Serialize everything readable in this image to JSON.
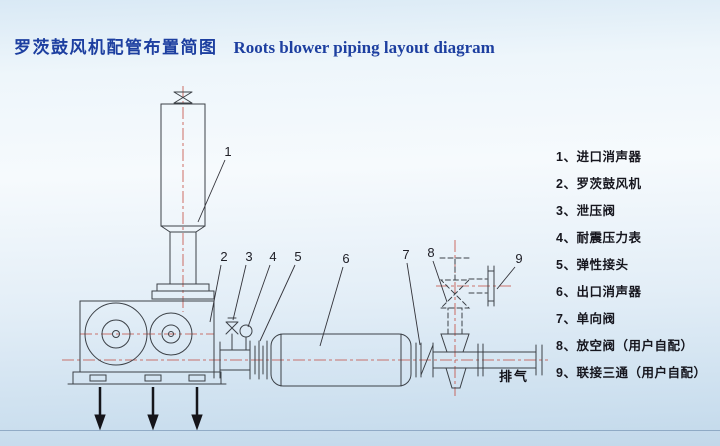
{
  "title": {
    "zh": "罗茨鼓风机配管布置简图",
    "en": "Roots blower piping layout diagram"
  },
  "legend": {
    "items": [
      "1、进口消声器",
      "2、罗茨鼓风机",
      "3、泄压阀",
      "4、耐震压力表",
      "5、弹性接头",
      "6、出口消声器",
      "7、单向阀",
      "8、放空阀（用户自配）",
      "9、联接三通（用户自配）"
    ]
  },
  "callouts": [
    "1",
    "2",
    "3",
    "4",
    "5",
    "6",
    "7",
    "8",
    "9"
  ],
  "labels": {
    "exhaust": "排气"
  },
  "colors": {
    "title_blue": "#1d3fa0",
    "diagram_line": "#3c4147",
    "centerline_red": "#c0392b",
    "legend_text": "#16161e",
    "background_top": "#d9e9f5",
    "background_bottom": "#c2d8ea"
  }
}
